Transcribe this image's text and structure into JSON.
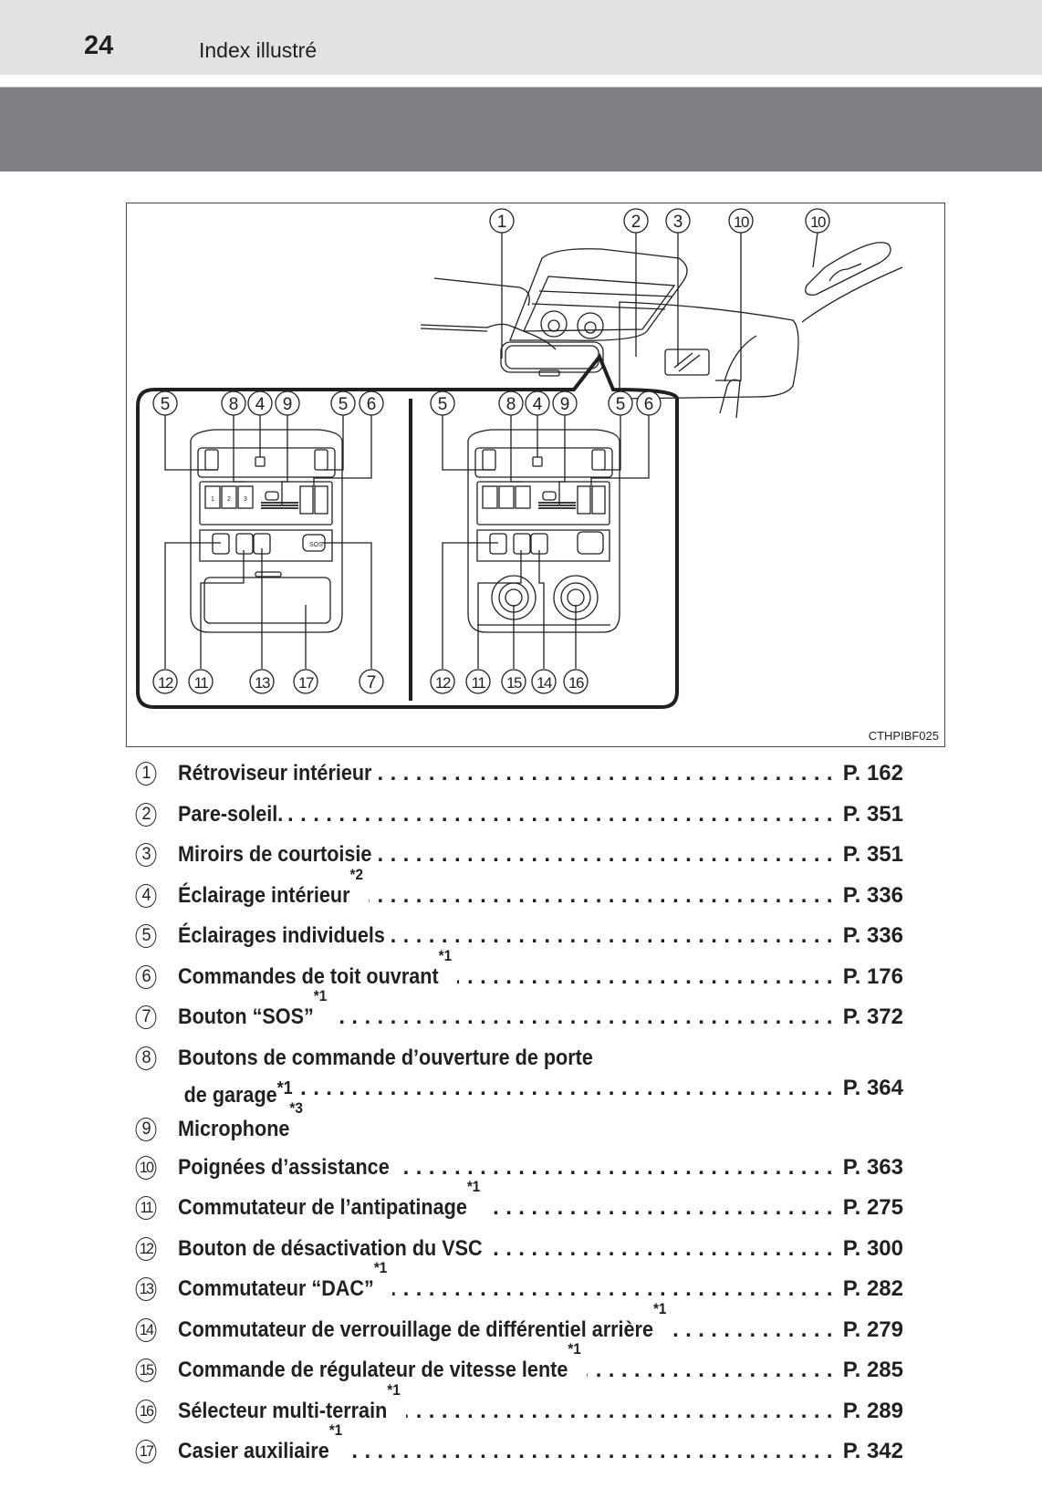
{
  "header": {
    "page_number": "24",
    "title": "Index illustré"
  },
  "figure": {
    "code": "CTHPIBF025",
    "callouts_top": [
      "1",
      "2",
      "3",
      "10",
      "10"
    ],
    "left_panel_top": [
      "5",
      "8",
      "4",
      "9",
      "5",
      "6"
    ],
    "left_panel_bottom": [
      "12",
      "11",
      "13",
      "17",
      "7"
    ],
    "right_panel_top": [
      "5",
      "8",
      "4",
      "9",
      "5",
      "6"
    ],
    "right_panel_bottom": [
      "12",
      "11",
      "15",
      "14",
      "16"
    ],
    "button_labels": {
      "sos": "SOS",
      "preset_1": "1",
      "preset_2": "2",
      "preset_3": "3"
    }
  },
  "items": [
    {
      "num": "1",
      "label": "Rétroviseur intérieur",
      "sup": "",
      "page": "P. 162"
    },
    {
      "num": "2",
      "label": "Pare-soleil.",
      "sup": "",
      "page": "P. 351"
    },
    {
      "num": "3",
      "label": "Miroirs de courtoisie",
      "sup": "",
      "page": "P. 351"
    },
    {
      "num": "4",
      "label": "Éclairage intérieur",
      "sup": "*2",
      "page": "P. 336"
    },
    {
      "num": "5",
      "label": "Éclairages individuels",
      "sup": "",
      "page": "P. 336"
    },
    {
      "num": "6",
      "label": "Commandes de toit ouvrant",
      "sup": "*1",
      "page": "P. 176"
    },
    {
      "num": "7",
      "label": "Bouton “SOS”",
      "sup": "*1",
      "page": "P. 372"
    },
    {
      "num": "8",
      "label": "Boutons de commande d’ouverture de porte",
      "label2": "de garage",
      "sup": "*1",
      "page": "P. 364"
    },
    {
      "num": "9",
      "label": "Microphone",
      "sup": "*3",
      "page": ""
    },
    {
      "num": "10",
      "label": "Poignées d’assistance",
      "sup": "",
      "page": "P. 363"
    },
    {
      "num": "11",
      "label": "Commutateur de l’antipatinage",
      "sup": "*1",
      "page": "P. 275"
    },
    {
      "num": "12",
      "label": "Bouton de désactivation du VSC",
      "sup": "",
      "page": "P. 300"
    },
    {
      "num": "13",
      "label": "Commutateur “DAC”",
      "sup": "*1",
      "page": "P. 282"
    },
    {
      "num": "14",
      "label": "Commutateur de verrouillage de différentiel arrière",
      "sup": "*1",
      "page": "P. 279"
    },
    {
      "num": "15",
      "label": "Commande de régulateur de vitesse lente",
      "sup": "*1",
      "page": "P. 285"
    },
    {
      "num": "16",
      "label": "Sélecteur multi-terrain",
      "sup": "*1",
      "page": "P. 289"
    },
    {
      "num": "17",
      "label": "Casier auxiliaire",
      "sup": "*1",
      "page": "P. 342"
    }
  ],
  "colors": {
    "top_band": "#e1e2e3",
    "gray_band": "#808184",
    "text": "#231f20"
  }
}
